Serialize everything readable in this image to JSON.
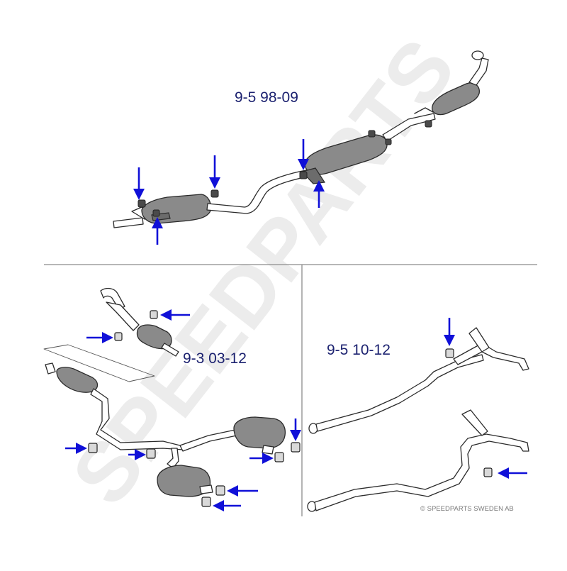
{
  "diagram": {
    "panels": [
      {
        "id": "top",
        "label": "9-5 98-09"
      },
      {
        "id": "left",
        "label": "9-3 03-12"
      },
      {
        "id": "right",
        "label": "9-5 10-12"
      }
    ],
    "copyright": "© SPEEDPARTS SWEDEN AB",
    "watermark": "SPEEDPARTS"
  },
  "colors": {
    "arrow": "#1010d8",
    "label": "#1c2270",
    "divider": "#8c8c8c"
  }
}
